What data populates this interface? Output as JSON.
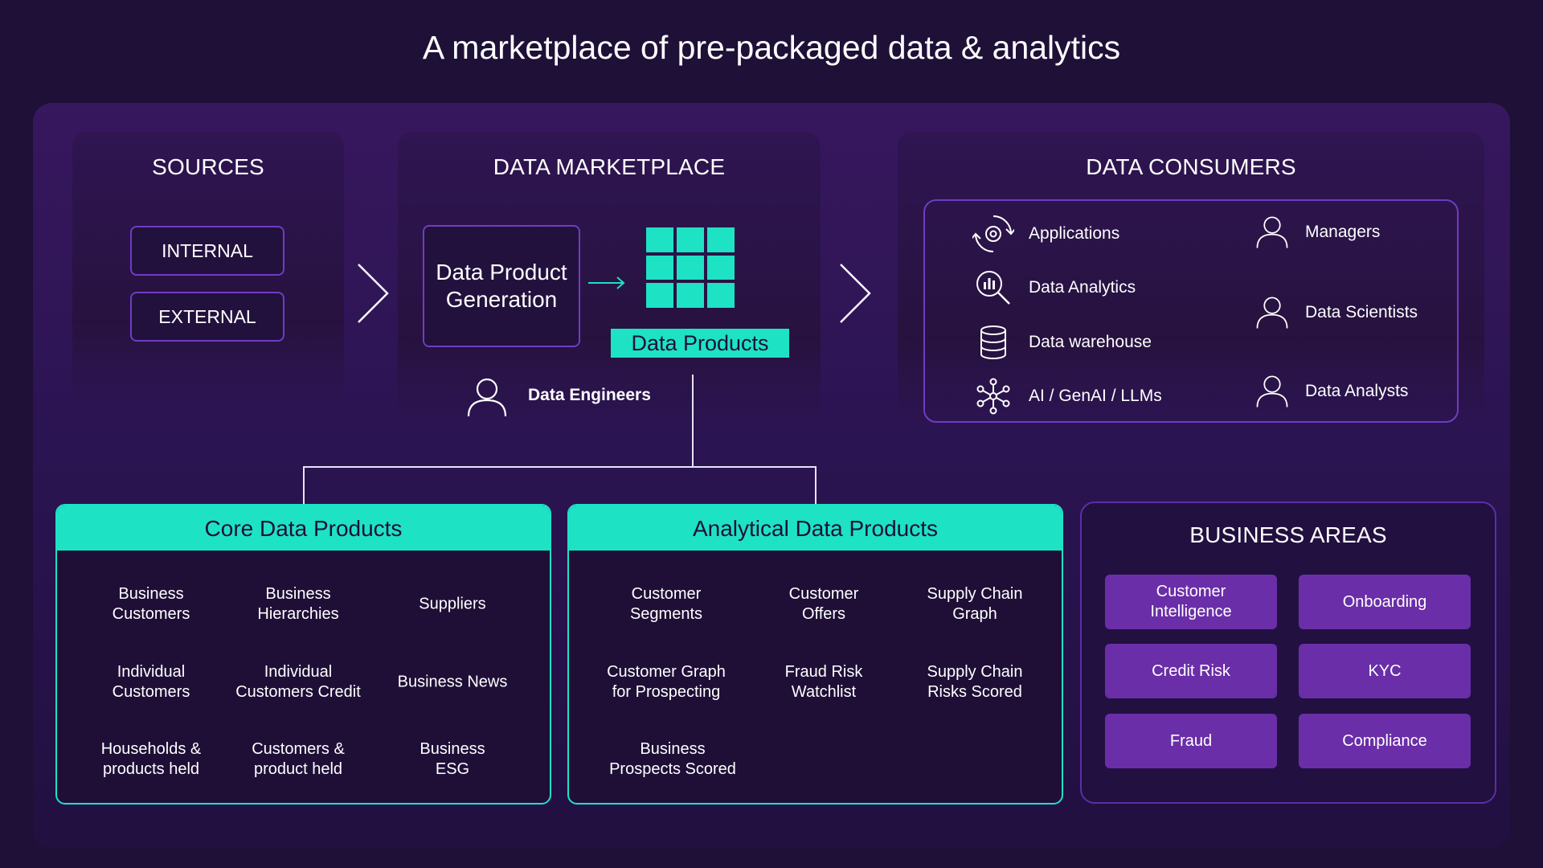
{
  "title": "A marketplace of pre-packaged data & analytics",
  "sources": {
    "title": "SOURCES",
    "items": [
      "INTERNAL",
      "EXTERNAL"
    ]
  },
  "marketplace": {
    "title": "DATA MARKETPLACE",
    "generation_label": "Data Product Generation",
    "products_label": "Data Products",
    "engineers_label": "Data Engineers"
  },
  "consumers": {
    "title": "DATA CONSUMERS",
    "systems": [
      {
        "label": "Applications",
        "icon": "gear-cycle-icon"
      },
      {
        "label": "Data Analytics",
        "icon": "analytics-magnifier-icon"
      },
      {
        "label": "Data warehouse",
        "icon": "database-icon"
      },
      {
        "label": "AI / GenAI / LLMs",
        "icon": "network-nodes-icon"
      }
    ],
    "people": [
      {
        "label": "Managers",
        "icon": "person-icon"
      },
      {
        "label": "Data Scientists",
        "icon": "person-icon"
      },
      {
        "label": "Data Analysts",
        "icon": "person-icon"
      }
    ]
  },
  "core_products": {
    "title": "Core Data Products",
    "items": [
      [
        "Business",
        "Customers"
      ],
      [
        "Business",
        "Hierarchies"
      ],
      [
        "Suppliers"
      ],
      [
        "Individual",
        "Customers"
      ],
      [
        "Individual",
        "Customers Credit"
      ],
      [
        "Business News"
      ],
      [
        "Households &",
        "products held"
      ],
      [
        "Customers &",
        "product held"
      ],
      [
        "Business",
        "ESG"
      ]
    ]
  },
  "analytical_products": {
    "title": "Analytical Data Products",
    "items": [
      [
        "Customer",
        "Segments"
      ],
      [
        "Customer",
        "Offers"
      ],
      [
        "Supply Chain",
        "Graph"
      ],
      [
        "Customer Graph",
        "for Prospecting"
      ],
      [
        "Fraud Risk",
        "Watchlist"
      ],
      [
        "Supply Chain",
        "Risks Scored"
      ],
      [
        "Business",
        "Prospects Scored"
      ]
    ]
  },
  "business_areas": {
    "title": "BUSINESS AREAS",
    "items": [
      [
        "Customer",
        "Intelligence"
      ],
      [
        "Onboarding"
      ],
      [
        "Credit Risk"
      ],
      [
        "KYC"
      ],
      [
        "Fraud"
      ],
      [
        "Compliance"
      ]
    ]
  },
  "colors": {
    "background": "#1e1036",
    "accent_teal": "#1ee2c4",
    "accent_purple": "#6a2ea8",
    "border_purple": "#6f3cc4"
  }
}
